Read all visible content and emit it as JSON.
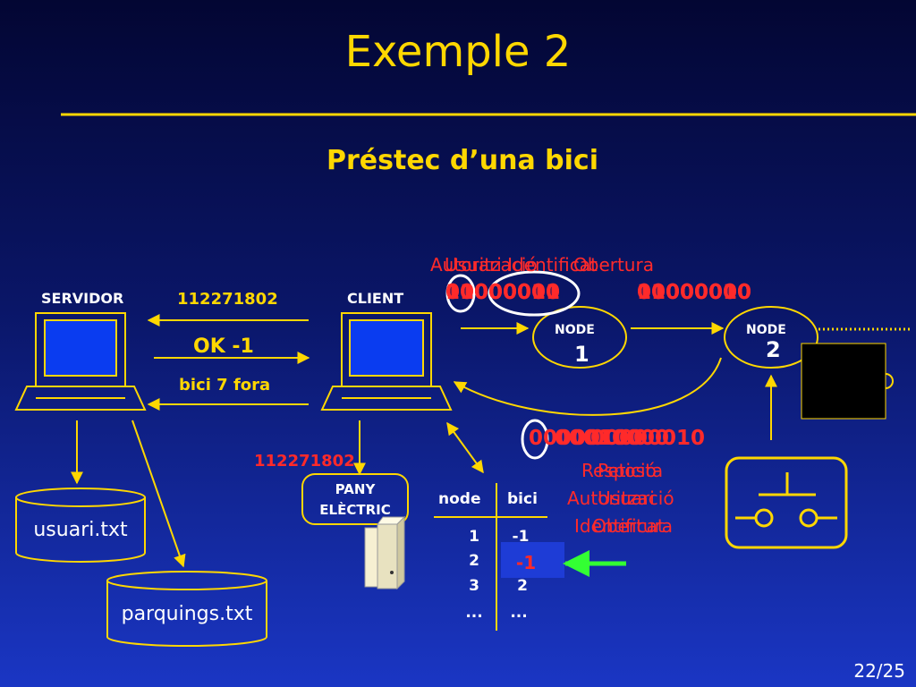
{
  "title": "Exemple 2",
  "subtitle": "Préstec d’una bici",
  "page_number": "22/25",
  "labels": {
    "servidor": "SERVIDOR",
    "client": "CLIENT",
    "node_word": "NODE",
    "node1_num": "1",
    "node2_num": "2",
    "pany_line1": "PANY",
    "pany_line2": "ELÈCTRIC"
  },
  "messages": {
    "server_in_code": "112271802",
    "ok_reply": "OK -1",
    "bici_fora": "bici 7 fora",
    "pany_code": "112271802"
  },
  "overlays": {
    "top_left_labels": [
      "Autorització",
      "Usuari Identificat",
      "Obertura"
    ],
    "top_left_bits": [
      "01000000",
      "10000001",
      "00000010"
    ],
    "top_right_bits": [
      "00000010",
      "01000000",
      "10000000"
    ],
    "bottom_bits": [
      "00000100",
      "00000010",
      "00010000"
    ],
    "bottom_labels_line1": [
      "Resposta",
      "Petició"
    ],
    "bottom_labels_line2": [
      "Autorització",
      "Usuari"
    ],
    "bottom_labels_line3": [
      "Identificat",
      "Obertura"
    ]
  },
  "files": {
    "usuari": "usuari.txt",
    "parquings": "parquings.txt"
  },
  "table": {
    "header_node": "node",
    "header_bici": "bici",
    "rows": [
      {
        "node": "1",
        "bici": "-1"
      },
      {
        "node": "2",
        "bici": "-1"
      },
      {
        "node": "3",
        "bici": "2"
      },
      {
        "node": "...",
        "bici": "..."
      }
    ]
  },
  "colors": {
    "accent_yellow": "#ffd700",
    "alert_red": "#ff2a2a",
    "arrow_green": "#33ff33",
    "screen_blue": "#0a3cf0"
  }
}
